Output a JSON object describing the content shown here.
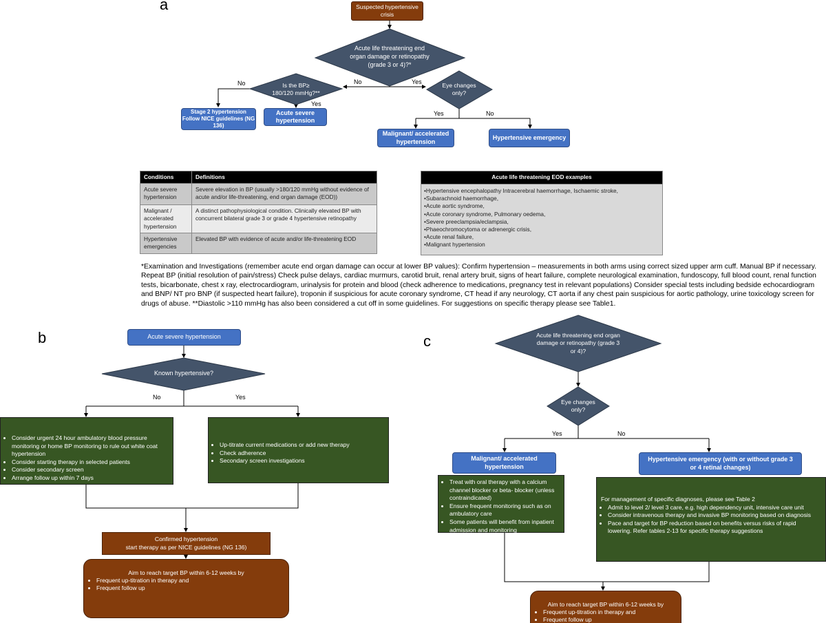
{
  "colors": {
    "blue": "#4472C4",
    "green": "#375623",
    "brown": "#843C0C",
    "diamond": "#44546A"
  },
  "panel_a": {
    "label": "a",
    "start": "Suspected hypertensive crisis",
    "q1": "Acute life threatening end organ damage or retinopathy (grade 3 or 4)?*",
    "q1_no": "No",
    "q1_yes": "Yes",
    "q2": "Is the BP≥ 180/120 mmHg?**",
    "q2_no": "No",
    "q2_yes": "Yes",
    "stage2": "Stage 2 hypertension Follow NICE guidelines (NG 136)",
    "acute_severe": "Acute severe hypertension",
    "q3": "Eye changes only?",
    "q3_yes": "Yes",
    "q3_no": "No",
    "malignant": "Malignant/ accelerated hypertension",
    "emergency": "Hypertensive emergency"
  },
  "table_conditions": {
    "headers": [
      "Conditions",
      "Definitions"
    ],
    "rows": [
      [
        "Acute severe hypertension",
        "Severe elevation in BP (usually >180/120 mmHg without evidence of acute and/or life-threatening, end organ damage (EOD))"
      ],
      [
        "Malignant / accelerated hypertension",
        "A distinct pathophysiological condition. Clinically elevated BP with concurrent bilateral grade 3 or grade 4 hypertensive retinopathy"
      ],
      [
        "Hypertensive emergencies",
        "Elevated BP with evidence of acute and/or life-threatening EOD"
      ]
    ]
  },
  "table_eod": {
    "header": "Acute life threatening EOD examples",
    "items": [
      "•Hypertensive encephalopathy Intracerebral haemorrhage, Ischaemic stroke,",
      "•Subarachnoid haemorrhage,",
      "•Acute aortic syndrome,",
      "•Acute coronary syndrome, Pulmonary oedema,",
      "•Severe preeclampsia/eclampsia,",
      "•Phaeochromocytoma or adrenergic crisis,",
      "•Acute renal failure,",
      "•Malignant hypertension"
    ]
  },
  "footnote": "*Examination and Investigations (remember acute end organ damage can occur at lower BP values): Confirm hypertension – measurements in both arms using correct sized upper arm cuff. Manual BP if necessary. Repeat BP (initial resolution of pain/stress) Check pulse delays, cardiac murmurs, carotid bruit, renal artery bruit, signs of heart failure, complete neurological examination, fundoscopy, full blood count, renal function tests, bicarbonate, chest x ray, electrocardiogram, urinalysis for protein and blood (check adherence to medications, pregnancy test in relevant populations) Consider special tests including bedside echocardiogram and BNP/ NT pro BNP (if suspected heart failure), troponin if suspicious for acute coronary syndrome, CT head if any neurology, CT aorta if any chest pain suspicious for aortic pathology, urine toxicology screen for drugs of abuse. **Diastolic >110 mmHg has also been considered a cut off in some guidelines. For suggestions on specific therapy please see Table1.",
  "panel_b": {
    "label": "b",
    "start": "Acute severe hypertension",
    "q": "Known hypertensive?",
    "no": "No",
    "yes": "Yes",
    "left_items": [
      "Consider urgent 24 hour ambulatory blood pressure monitoring or home BP monitoring to rule out white coat hypertension",
      "Consider starting therapy in selected patients",
      "Consider secondary screen",
      "Arrange follow up within 7 days"
    ],
    "right_items": [
      "Up-titrate current medications or add new therapy",
      "Check adherence",
      "Secondary screen investigations"
    ],
    "confirmed_line1": "Confirmed hypertension",
    "confirmed_line2": "start therapy as per NICE guidelines (NG 136)",
    "aim": "Aim to reach target BP  within 6-12 weeks by",
    "aim_items": [
      "Frequent up-titration in therapy and",
      "Frequent follow up"
    ]
  },
  "panel_c": {
    "label": "c",
    "q1": "Acute life threatening end organ damage or retinopathy (grade 3 or 4)?",
    "q2": "Eye changes only?",
    "yes": "Yes",
    "no": "No",
    "malignant": "Malignant/ accelerated hypertension",
    "emergency": "Hypertensive emergency (with or without  grade 3 or 4 retinal changes)",
    "left_items": [
      "Treat with oral therapy with a calcium channel blocker or beta- blocker (unless contraindicated)",
      "Ensure frequent monitoring such as on ambulatory care",
      "Some patients will benefit from inpatient admission and monitoring"
    ],
    "right_intro": "For management of specific diagnoses, please see Table 2",
    "right_items": [
      "Admit to level 2/ level 3 care, e.g. high dependency unit, intensive care unit",
      "Consider intravenous therapy and invasive  BP monitoring based on diagnosis",
      "Pace and target for BP reduction  based on benefits versus risks of rapid lowering. Refer tables 2-13 for specific therapy  suggestions"
    ],
    "aim": "Aim to reach target BP  within 6-12 weeks by",
    "aim_items": [
      "Frequent up-titration in therapy and",
      "Frequent follow up"
    ]
  }
}
